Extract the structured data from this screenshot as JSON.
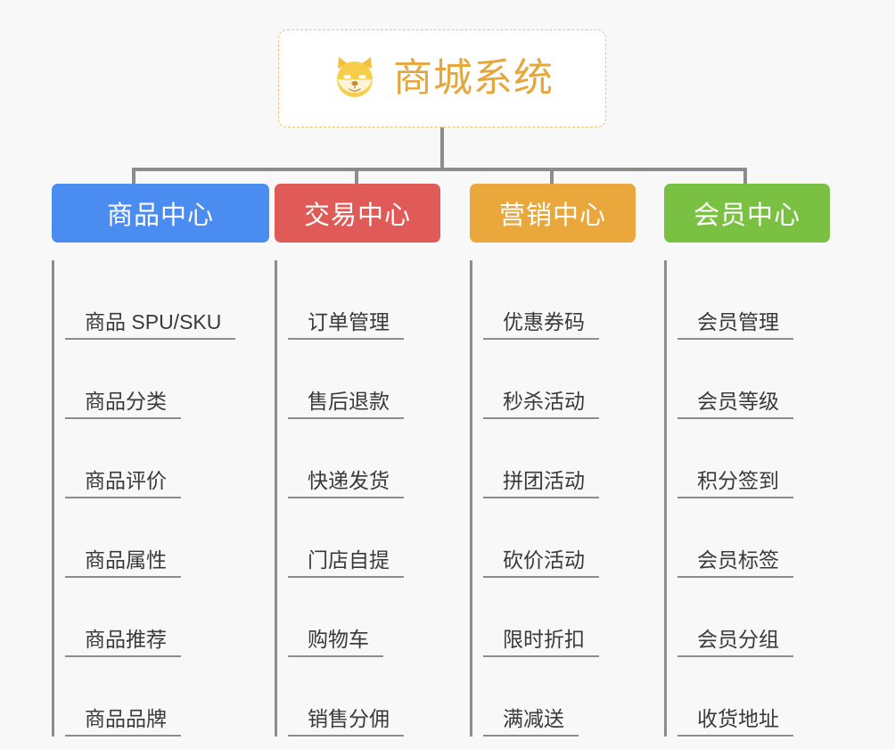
{
  "root": {
    "title": "商城系统",
    "icon": "shiba-dog-icon",
    "border_color": "#f0c070",
    "text_color": "#e3a73c",
    "background": "#ffffff"
  },
  "canvas": {
    "background": "#f8f8f8",
    "connector_color": "#8c8c8c"
  },
  "categories": [
    {
      "label": "商品中心",
      "color": "#4a8cf0",
      "items": [
        "商品 SPU/SKU",
        "商品分类",
        "商品评价",
        "商品属性",
        "商品推荐",
        "商品品牌"
      ]
    },
    {
      "label": "交易中心",
      "color": "#e05b57",
      "items": [
        "订单管理",
        "售后退款",
        "快递发货",
        "门店自提",
        "购物车",
        "销售分佣"
      ]
    },
    {
      "label": "营销中心",
      "color": "#eaa83c",
      "items": [
        "优惠券码",
        "秒杀活动",
        "拼团活动",
        "砍价活动",
        "限时折扣",
        "满减送"
      ]
    },
    {
      "label": "会员中心",
      "color": "#7ac143",
      "items": [
        "会员管理",
        "会员等级",
        "积分签到",
        "会员标签",
        "会员分组",
        "收货地址"
      ]
    }
  ]
}
